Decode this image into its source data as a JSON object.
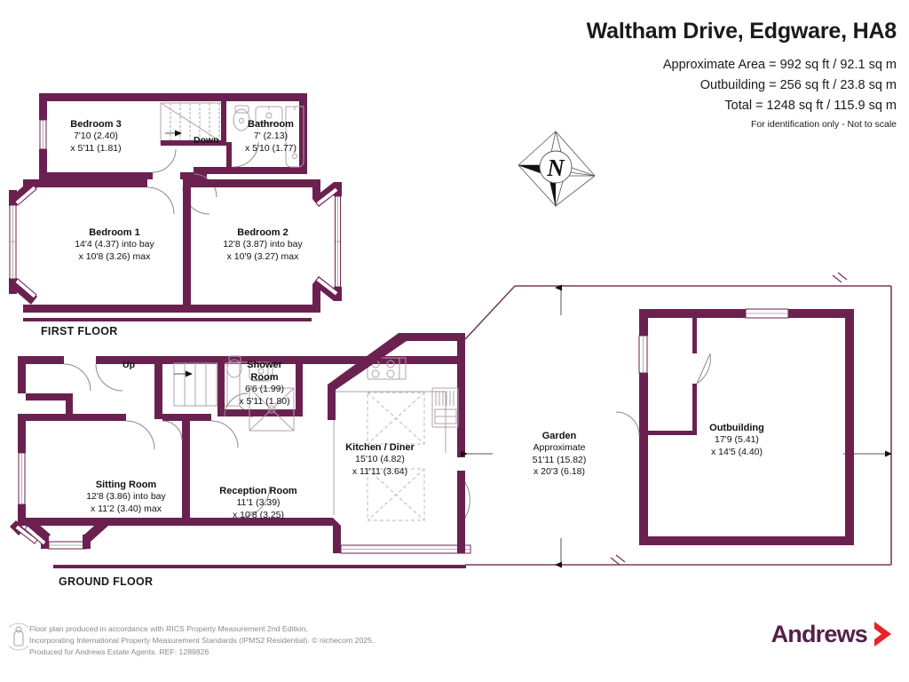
{
  "header": {
    "title": "Waltham Drive, Edgware, HA8",
    "areas": [
      "Approximate Area = 992 sq ft / 92.1 sq m",
      "Outbuilding = 256 sq ft / 23.8 sq m",
      "Total = 1248 sq ft / 115.9 sq m"
    ],
    "disclaimer": "For identification only - Not to scale"
  },
  "floors": {
    "first": "FIRST FLOOR",
    "ground": "GROUND FLOOR"
  },
  "rooms": {
    "bedroom3": {
      "name": "Bedroom 3",
      "dim1": "7'10 (2.40)",
      "dim2": "x 5'11 (1.81)"
    },
    "bathroom": {
      "name": "Bathroom",
      "dim1": "7' (2.13)",
      "dim2": "x 5'10 (1.77)"
    },
    "bedroom1": {
      "name": "Bedroom 1",
      "dim1": "14'4 (4.37) into bay",
      "dim2": "x 10'8 (3.26) max"
    },
    "bedroom2": {
      "name": "Bedroom 2",
      "dim1": "12'8 (3.87) into bay",
      "dim2": "x 10'9 (3.27) max"
    },
    "shower": {
      "name": "Shower",
      "name2": "Room",
      "dim1": "6'6 (1.99)",
      "dim2": "x 5'11 (1.80)"
    },
    "kitchen": {
      "name": "Kitchen / Diner",
      "dim1": "15'10 (4.82)",
      "dim2": "x 11'11 (3.64)"
    },
    "sitting": {
      "name": "Sitting Room",
      "dim1": "12'8 (3.86) into bay",
      "dim2": "x 11'2 (3.40) max"
    },
    "reception": {
      "name": "Reception Room",
      "dim1": "11'1 (3.39)",
      "dim2": "x 10'8 (3.25)"
    },
    "garden": {
      "name": "Garden",
      "dim0": "Approximate",
      "dim1": "51'11 (15.82)",
      "dim2": "x 20'3 (6.18)"
    },
    "outbuilding": {
      "name": "Outbuilding",
      "dim1": "17'9 (5.41)",
      "dim2": "x 14'5 (4.40)"
    }
  },
  "stairs": {
    "down": "Down",
    "up": "Up"
  },
  "compass": {
    "north_letter": "N"
  },
  "footer": {
    "line1": "Floor plan produced in accordance with RICS Property Measurement 2nd Edition,",
    "line2": "Incorporating International Property Measurement Standards (IPMS2 Residential).   © nichecom 2025.",
    "line3": "Produced for Andrews Estate Agents.   REF: 1289826"
  },
  "brand": {
    "name": "Andrews"
  },
  "colors": {
    "wall": "#6B2150",
    "wall_dark": "#5b1c44",
    "logo_text": "#55204a",
    "logo_chevron": "#E8232A",
    "footer_text": "#8a8a8a",
    "thin_line": "#7a3a60"
  }
}
